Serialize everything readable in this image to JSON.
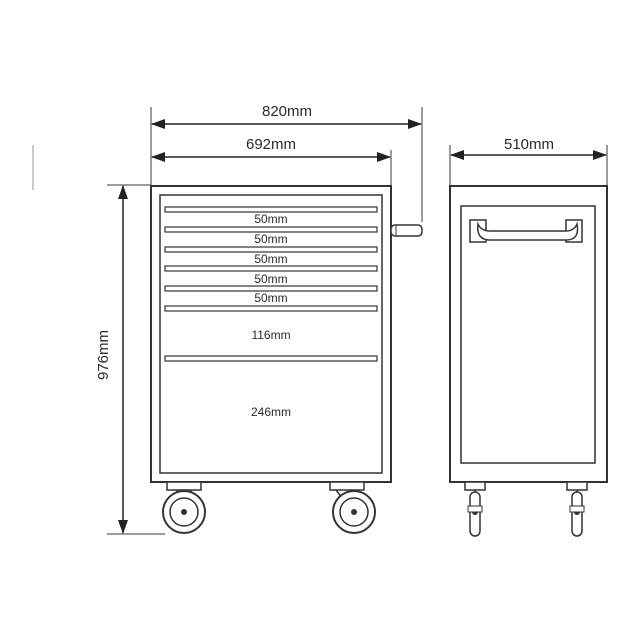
{
  "dimensions": {
    "overall_width": "820mm",
    "body_width": "692mm",
    "depth": "510mm",
    "height": "976mm"
  },
  "drawers": [
    {
      "height": "50mm"
    },
    {
      "height": "50mm"
    },
    {
      "height": "50mm"
    },
    {
      "height": "50mm"
    },
    {
      "height": "50mm"
    },
    {
      "height": "116mm"
    },
    {
      "height": "246mm"
    }
  ]
}
